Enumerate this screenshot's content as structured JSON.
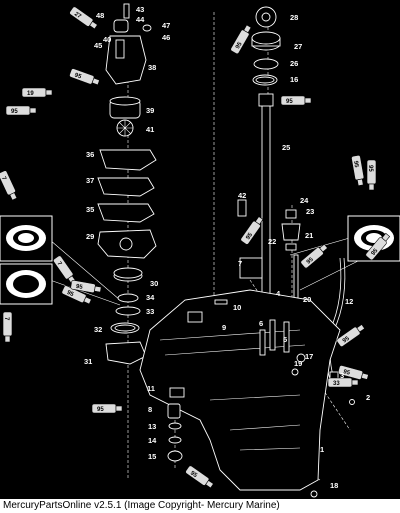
{
  "diagram": {
    "callouts": [
      "1",
      "2",
      "3",
      "4",
      "5",
      "6",
      "7",
      "8",
      "9",
      "10",
      "11",
      "12",
      "13",
      "14",
      "15",
      "16",
      "17",
      "18",
      "19",
      "20",
      "21",
      "22",
      "23",
      "24",
      "25",
      "26",
      "27",
      "28",
      "29",
      "30",
      "31",
      "32",
      "33",
      "34",
      "35",
      "36",
      "37",
      "38",
      "39",
      "40",
      "41",
      "42",
      "43",
      "44",
      "45",
      "46",
      "47",
      "48"
    ],
    "tube_labels": [
      "27",
      "95",
      "19",
      "95",
      "95",
      "95",
      "95",
      "7",
      "7",
      "95",
      "33",
      "95",
      "95",
      "95",
      "7",
      "95",
      "95",
      "95",
      "95",
      "95",
      "95"
    ]
  },
  "footer": {
    "credit": "MercuryPartsOnline v2.5.1 (Image Copyright- Mercury Marine)"
  }
}
